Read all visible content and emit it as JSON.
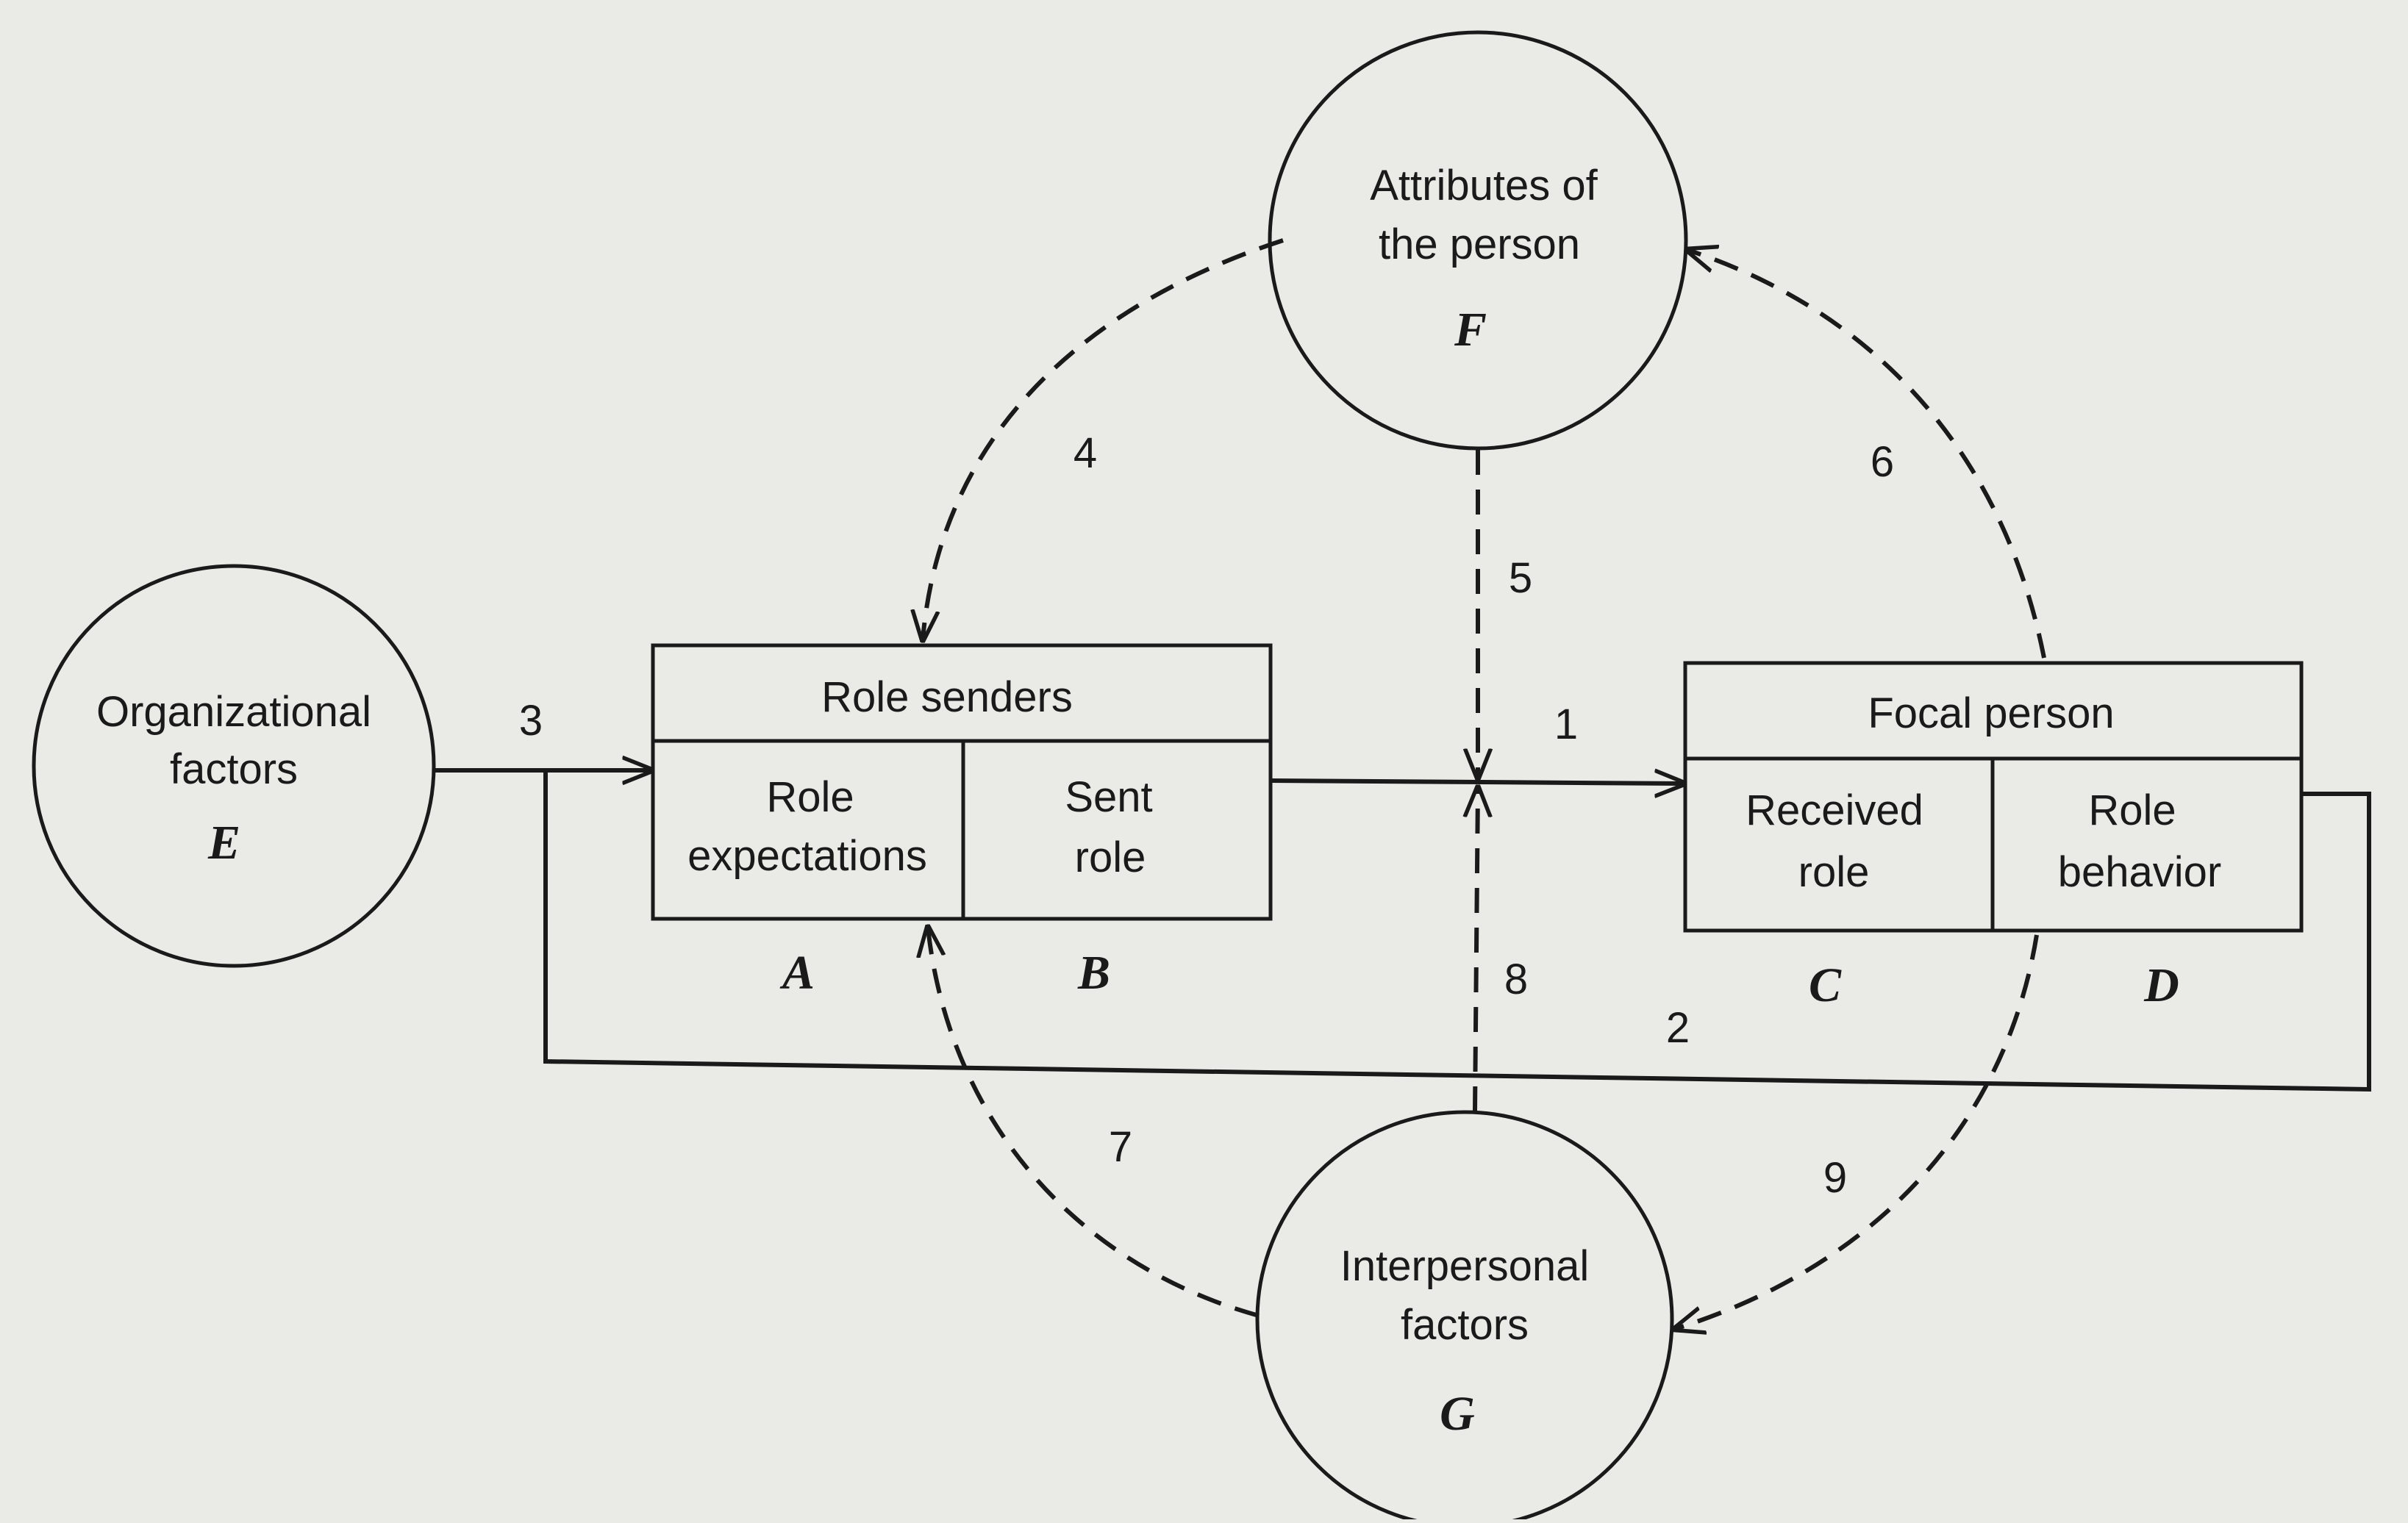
{
  "nodes": {
    "E": {
      "line1": "Organizational",
      "line2": "factors",
      "letter": "E"
    },
    "F": {
      "line1": "Attributes of",
      "line2": "the person",
      "letter": "F"
    },
    "G": {
      "line1": "Interpersonal",
      "line2": "factors",
      "letter": "G"
    }
  },
  "role_senders": {
    "title": "Role senders",
    "cell_a": {
      "line1": "Role",
      "line2": "expectations",
      "letter": "A"
    },
    "cell_b": {
      "line1": "Sent",
      "line2": "role",
      "letter": "B"
    }
  },
  "focal_person": {
    "title": "Focal person",
    "cell_c": {
      "line1": "Received",
      "line2": "role",
      "letter": "C"
    },
    "cell_d": {
      "line1": "Role",
      "line2": "behavior",
      "letter": "D"
    }
  },
  "edge_labels": {
    "e1": "1",
    "e2": "2",
    "e3": "3",
    "e4": "4",
    "e5": "5",
    "e6": "6",
    "e7": "7",
    "e8": "8",
    "e9": "9"
  }
}
